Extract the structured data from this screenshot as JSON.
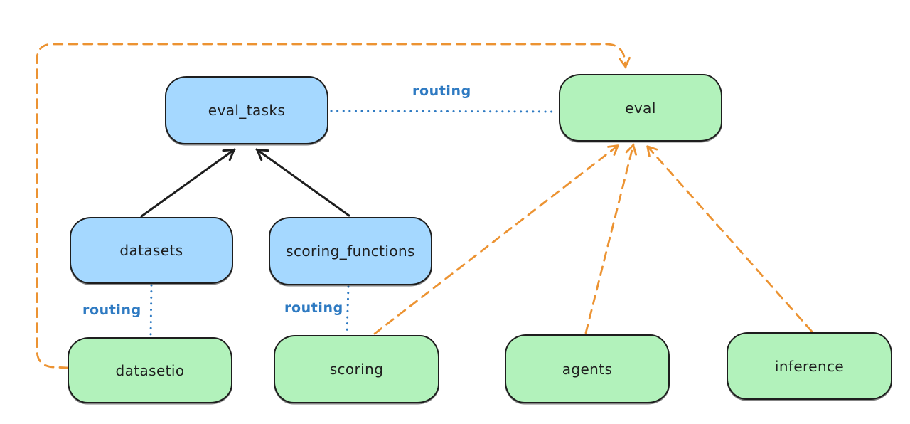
{
  "diagram": {
    "background": "#ffffff",
    "colors": {
      "node_stroke": "#1e1e1e",
      "blue_fill": "#a5d8ff",
      "green_fill": "#b2f2bb",
      "routing_blue": "#2e7ac2",
      "orange": "#ec9332",
      "black_arrow": "#1e1e1e"
    },
    "nodes": [
      {
        "id": "eval_tasks",
        "label": "eval_tasks",
        "color": "blue"
      },
      {
        "id": "eval",
        "label": "eval",
        "color": "green"
      },
      {
        "id": "datasets",
        "label": "datasets",
        "color": "blue"
      },
      {
        "id": "scoring_functions",
        "label": "scoring_functions",
        "color": "blue"
      },
      {
        "id": "datasetio",
        "label": "datasetio",
        "color": "green"
      },
      {
        "id": "scoring",
        "label": "scoring",
        "color": "green"
      },
      {
        "id": "agents",
        "label": "agents",
        "color": "green"
      },
      {
        "id": "inference",
        "label": "inference",
        "color": "green"
      }
    ],
    "edges": [
      {
        "from": "datasets",
        "to": "eval_tasks",
        "style": "solid-black-arrow"
      },
      {
        "from": "scoring_functions",
        "to": "eval_tasks",
        "style": "solid-black-arrow"
      },
      {
        "from": "eval_tasks",
        "to": "eval",
        "style": "dotted-blue",
        "label": "routing"
      },
      {
        "from": "datasets",
        "to": "datasetio",
        "style": "dotted-blue",
        "label": "routing"
      },
      {
        "from": "scoring_functions",
        "to": "scoring",
        "style": "dotted-blue",
        "label": "routing"
      },
      {
        "from": "datasetio",
        "to": "eval",
        "style": "dashed-orange-arrow"
      },
      {
        "from": "scoring",
        "to": "eval",
        "style": "dashed-orange-arrow"
      },
      {
        "from": "agents",
        "to": "eval",
        "style": "dashed-orange-arrow"
      },
      {
        "from": "inference",
        "to": "eval",
        "style": "dashed-orange-arrow"
      }
    ]
  }
}
